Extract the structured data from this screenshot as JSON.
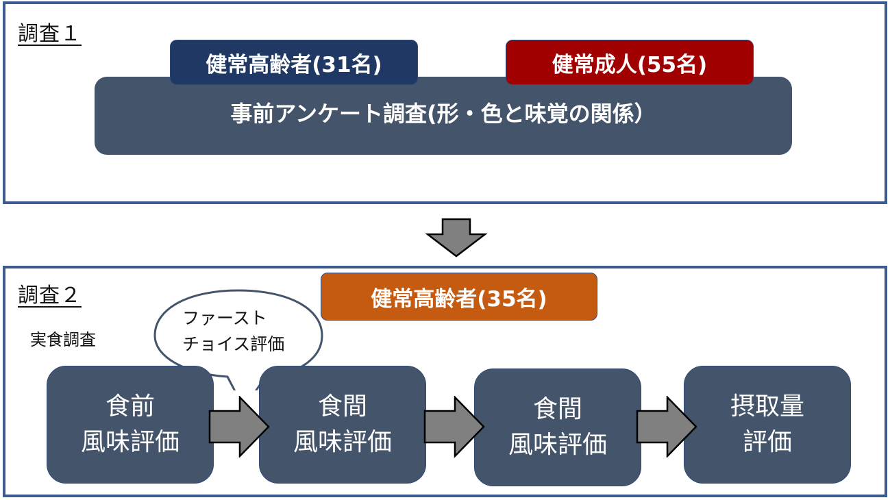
{
  "survey1": {
    "title": "調査１",
    "group_elderly": "健常高齢者(31名)",
    "group_adults": "健常成人(55名)",
    "main_task": "事前アンケート調査(形・色と味覚の関係）"
  },
  "survey2": {
    "title": "調査２",
    "group_elderly": "健常高齢者(35名)",
    "subtitle": "実食調査",
    "callout": {
      "line1": "ファースト",
      "line2": "チョイス評価"
    },
    "steps": [
      {
        "line1": "食前",
        "line2": "風味評価"
      },
      {
        "line1": "食間",
        "line2": "風味評価"
      },
      {
        "line1": "食間",
        "line2": "風味評価"
      },
      {
        "line1": "摂取量",
        "line2": "評価"
      }
    ]
  },
  "colors": {
    "panel_border": "#3d5a91",
    "box_fill": "#44546a",
    "tag_navy": "#1f3864",
    "tag_red": "#a00000",
    "tag_orange": "#c55a11",
    "arrow_fill": "#808080"
  }
}
